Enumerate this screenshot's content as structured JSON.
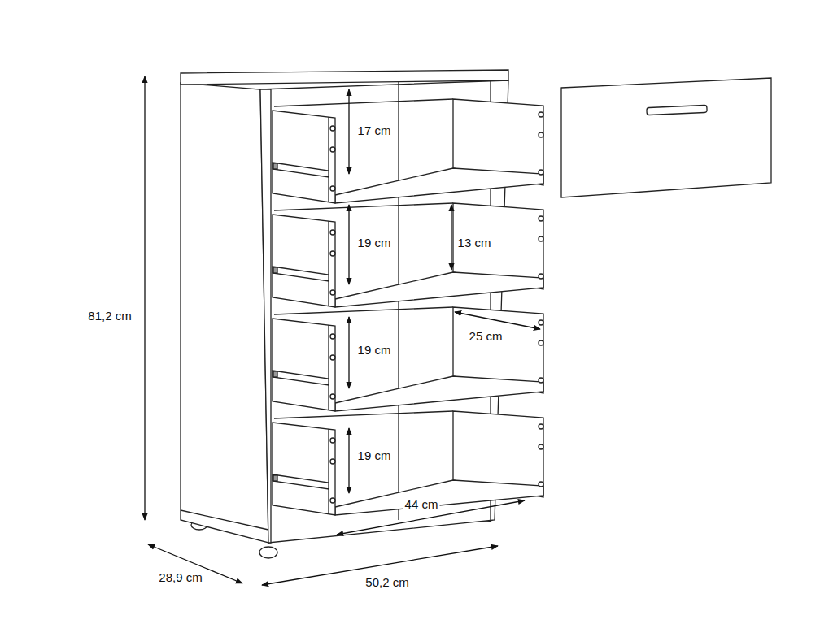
{
  "diagram": {
    "labels": [
      "81,2 cm",
      "17 cm",
      "19 cm",
      "13 cm",
      "25 cm",
      "19 cm",
      "19 cm",
      "44 cm",
      "28,9 cm",
      "50,2 cm"
    ]
  }
}
